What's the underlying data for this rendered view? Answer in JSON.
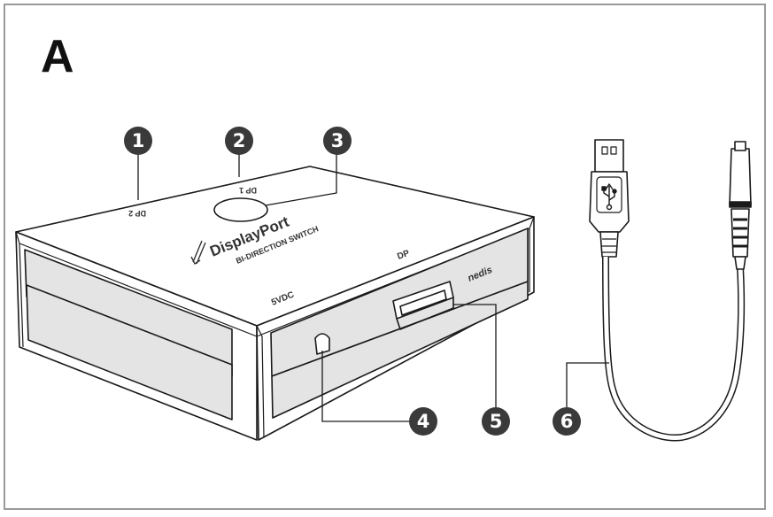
{
  "figure": {
    "panel_label": "A",
    "colors": {
      "outline": "#1a1a1a",
      "face_fill": "#e4e4e4",
      "callout_fill": "#3a3a3a",
      "frame": "#9a9a9a"
    }
  },
  "callouts": [
    {
      "number": "1"
    },
    {
      "number": "2"
    },
    {
      "number": "3"
    },
    {
      "number": "4"
    },
    {
      "number": "5"
    },
    {
      "number": "6"
    }
  ],
  "device": {
    "port_label_dp2": "DP 2",
    "port_label_dp1": "DP 1",
    "logo_text": "DisplayPort",
    "subtitle": "BI-DIRECTION SWITCH",
    "port_label_dp": "DP",
    "power_label": "5VDC",
    "brand": "nedis",
    "usb_symbol": "usb-trident-icon"
  }
}
